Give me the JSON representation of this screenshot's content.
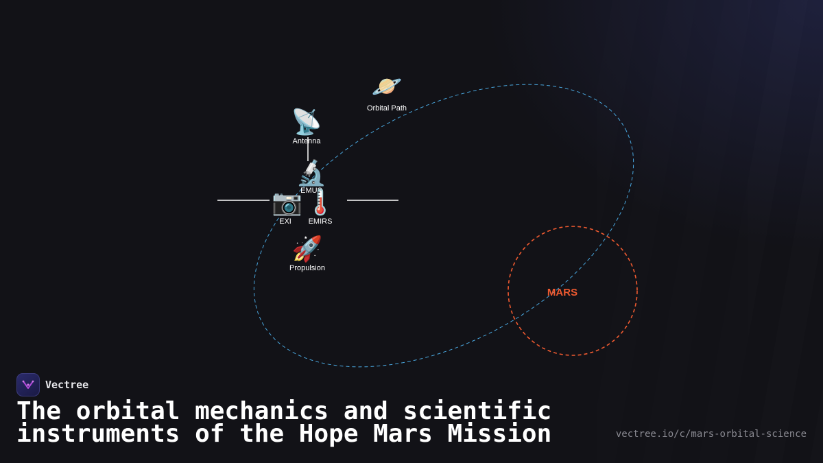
{
  "diagram": {
    "nodes": {
      "orbital_path": {
        "icon": "ringed-planet-icon",
        "glyph": "🪐",
        "label": "Orbital Path"
      },
      "antenna": {
        "icon": "satellite-dish-icon",
        "glyph": "📡",
        "label": "Antenna"
      },
      "emus": {
        "icon": "microscope-icon",
        "glyph": "🔬",
        "label": "EMUS"
      },
      "exi": {
        "icon": "camera-icon",
        "glyph": "📷",
        "label": "EXI"
      },
      "emirs": {
        "icon": "thermometer-icon",
        "glyph": "🌡️",
        "label": "EMIRS"
      },
      "propulsion": {
        "icon": "rocket-icon",
        "glyph": "🚀",
        "label": "Propulsion"
      }
    },
    "mars": {
      "label": "MARS"
    },
    "colors": {
      "orbit": "#4aa8e0",
      "mars": "#f05a30",
      "lines": "#ffffff"
    }
  },
  "brand": {
    "name": "Vectree",
    "logo_icon": "vectree-logo-icon"
  },
  "headline": "The orbital mechanics and scientific instruments of the Hope Mars Mission",
  "url": "vectree.io/c/mars-orbital-science"
}
